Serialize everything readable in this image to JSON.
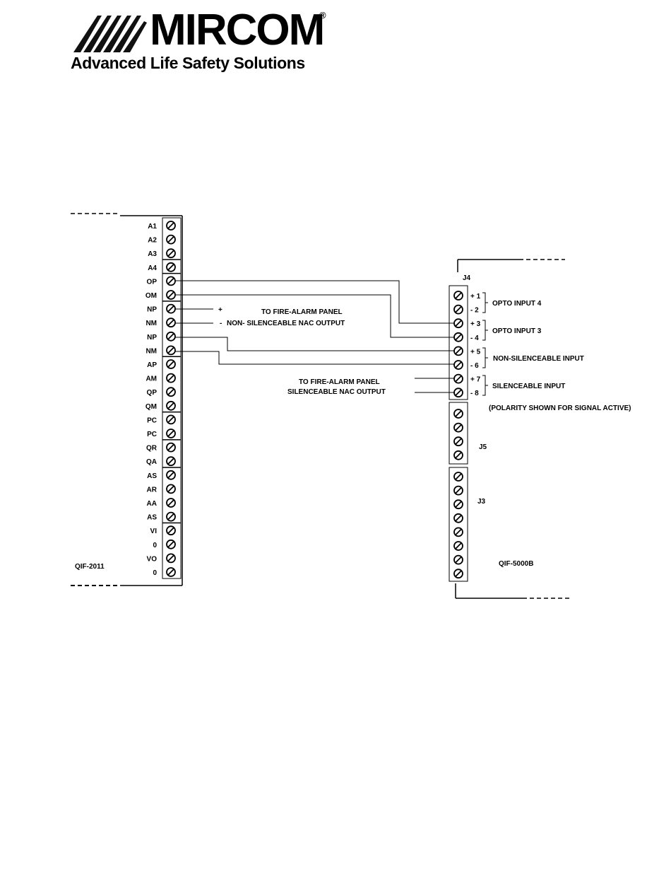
{
  "logo": {
    "brand": "MIRCOM",
    "registered_mark": "®",
    "tagline": "Advanced Life Safety Solutions",
    "mark_icon": "diagonal-stripes-logo-icon"
  },
  "diagram": {
    "left_board": {
      "name": "QIF-2011",
      "terminals": [
        "A1",
        "A2",
        "A3",
        "A4",
        "OP",
        "OM",
        "NP",
        "NM",
        "NP",
        "NM",
        "AP",
        "AM",
        "QP",
        "QM",
        "PC",
        "PC",
        "QR",
        "QA",
        "AS",
        "AR",
        "AA",
        "AS",
        "VI",
        "0",
        "VO",
        "0"
      ]
    },
    "right_board": {
      "name": "QIF-5000B",
      "j4": {
        "label": "J4",
        "pins": [
          "+ 1",
          "- 2",
          "+ 3",
          "- 4",
          "+ 5",
          "- 6",
          "+ 7",
          "- 8"
        ]
      },
      "j5": {
        "label": "J5"
      },
      "j3": {
        "label": "J3"
      }
    },
    "input_labels": [
      "OPTO INPUT 4",
      "OPTO INPUT 3",
      "NON-SILENCEABLE INPUT",
      "SILENCEABLE INPUT"
    ],
    "polarity_note": "(POLARITY SHOWN FOR SIGNAL ACTIVE)",
    "nac_note": {
      "plus": "+",
      "minus": "-",
      "line1": "TO FIRE-ALARM PANEL",
      "line2": "NON- SILENCEABLE NAC OUTPUT"
    },
    "silenceable_note": {
      "line1": "TO FIRE-ALARM PANEL",
      "line2": "SILENCEABLE NAC OUTPUT"
    }
  }
}
